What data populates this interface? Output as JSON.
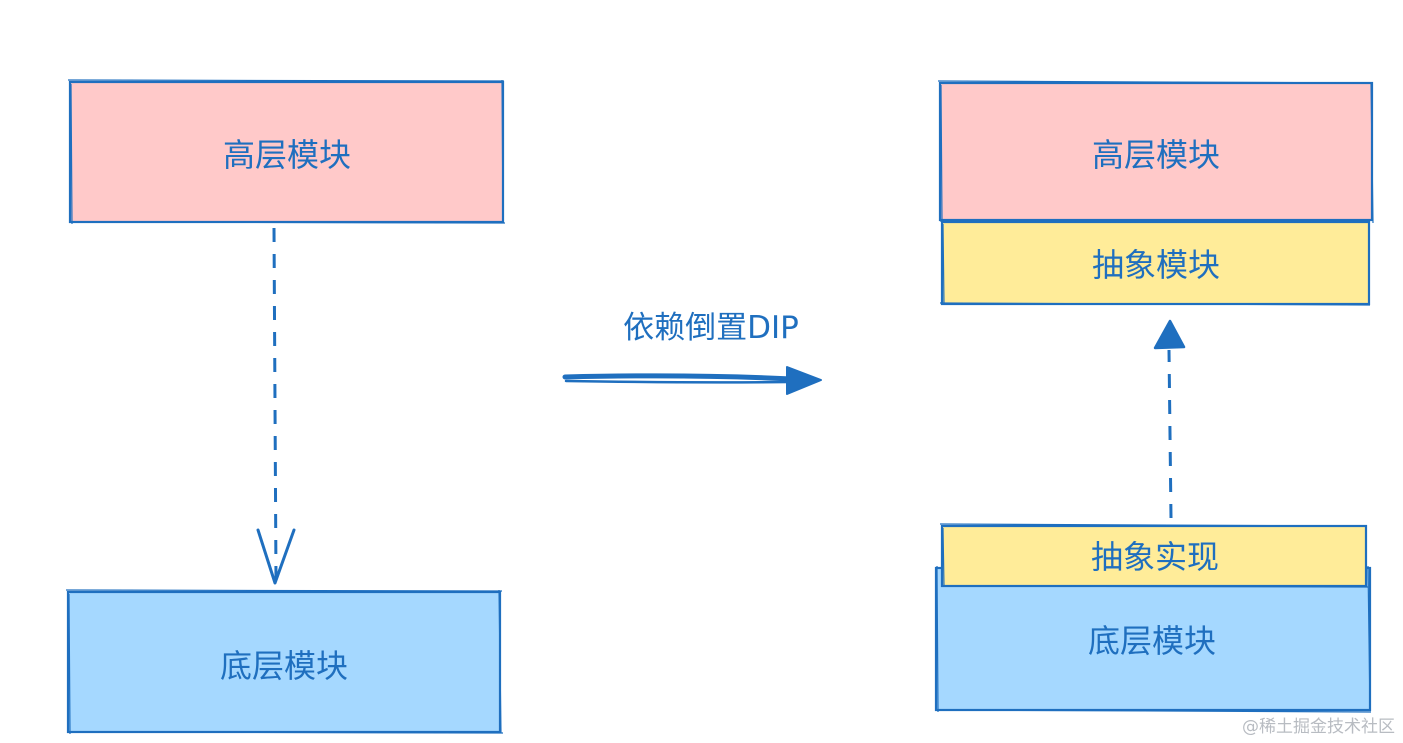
{
  "colors": {
    "stroke": "#1f6fbf",
    "high_fill": "#ffc9c9",
    "abstract_fill": "#ffec99",
    "low_fill": "#a5d8ff"
  },
  "left": {
    "high_module": "高层模块",
    "low_module": "底层模块"
  },
  "transform": {
    "label": "依赖倒置DIP"
  },
  "right": {
    "high_module": "高层模块",
    "abstract_module": "抽象模块",
    "abstract_impl": "抽象实现",
    "low_module": "底层模块"
  },
  "watermark": "@稀土掘金技术社区"
}
